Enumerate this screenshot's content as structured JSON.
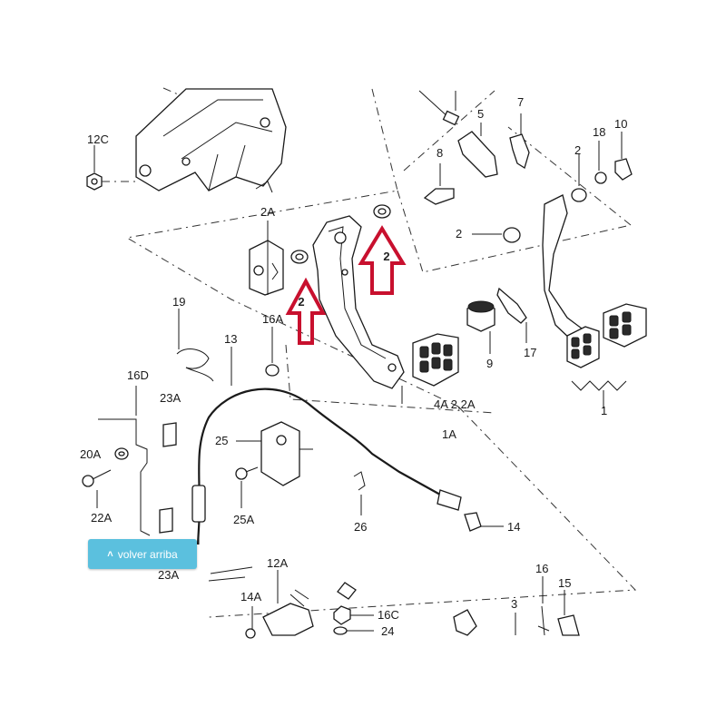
{
  "diagram": {
    "callouts": {
      "c12C": "12C",
      "c2A": "2A",
      "c19": "19",
      "c16A": "16A",
      "c13": "13",
      "c16D": "16D",
      "c23A_top": "23A",
      "c20A": "20A",
      "c22A": "22A",
      "c23A_bottom": "23A",
      "c25": "25",
      "c25A": "25A",
      "c26": "26",
      "c12A": "12A",
      "c14A_bottom": "14A",
      "c16C": "16C",
      "c24": "24",
      "c3": "3",
      "c16": "16",
      "c15": "15",
      "c14": "14",
      "c9": "9",
      "c17": "17",
      "c1": "1",
      "c1A": "1A",
      "c4A_group": "4A  2,2A",
      "c8": "8",
      "c5": "5",
      "c7": "7",
      "c2_top": "2",
      "c18": "18",
      "c10": "10",
      "c2_mid": "2"
    },
    "highlight_arrows": [
      {
        "label": "2"
      },
      {
        "label": "2"
      }
    ]
  },
  "ui": {
    "back_to_top_icon": "chevron-up-icon",
    "back_to_top_label": "volver arriba",
    "back_to_top_color": "#5bc0de",
    "highlight_color": "#c8102e"
  }
}
